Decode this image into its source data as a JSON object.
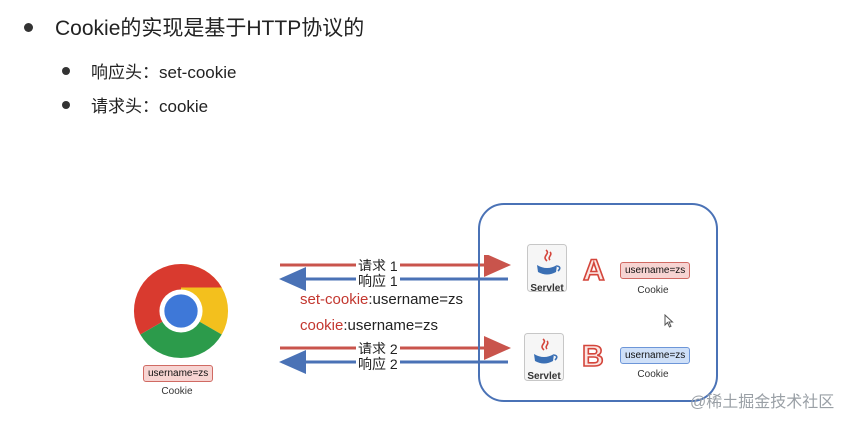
{
  "heading": {
    "main": "Cookie的实现是基于HTTP协议的",
    "items": [
      {
        "label": "响应头：set-cookie"
      },
      {
        "label": "请求头：cookie"
      }
    ]
  },
  "diagram": {
    "browser": {
      "cookie_value": "username=zs",
      "cookie_caption": "Cookie"
    },
    "arrows": {
      "request1": "请求 1",
      "response1": "响应 1",
      "request2": "请求 2",
      "response2": "响应 2"
    },
    "set_cookie": {
      "key": "set-cookie",
      "value": ":username=zs"
    },
    "cookie": {
      "key": "cookie",
      "value": ":username=zs"
    },
    "servers": [
      {
        "label": "Servlet",
        "letter": "A",
        "cookie_value": "username=zs",
        "cookie_caption": "Cookie",
        "accent": "#d4453b"
      },
      {
        "label": "Servlet",
        "letter": "B",
        "cookie_value": "username=zs",
        "cookie_caption": "Cookie",
        "accent": "#4a72b6"
      }
    ]
  },
  "watermark": "@稀土掘金技术社区",
  "colors": {
    "request_arrow": "#c9544c",
    "response_arrow": "#4a72b6",
    "server_border": "#4a72b6"
  }
}
